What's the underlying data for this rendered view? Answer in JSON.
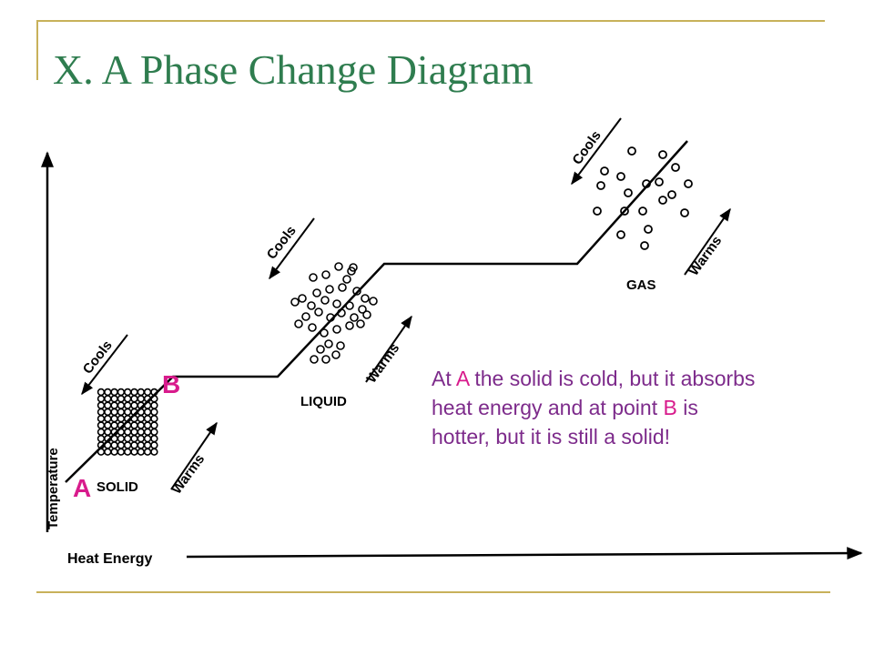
{
  "slide": {
    "title": "X. A Phase Change Diagram"
  },
  "diagram": {
    "axis_y_label": "Temperature",
    "axis_x_label": "Heat Energy",
    "phases": {
      "solid": "SOLID",
      "liquid": "LIQUID",
      "gas": "GAS"
    },
    "arrow_labels": {
      "cools": "Cools",
      "warms": "Warms"
    },
    "points": {
      "a": "A",
      "b": "B"
    },
    "colors": {
      "point_label": "#d81b8c",
      "note_text": "#7d2b8b",
      "title": "#2f7d4f",
      "frame": "#c8b15a"
    }
  },
  "note": {
    "part1": "At ",
    "a": "A",
    "part2": " the solid is cold, but it absorbs heat energy and at point ",
    "b": "B",
    "part3": " is hotter, but it is still a solid!"
  }
}
